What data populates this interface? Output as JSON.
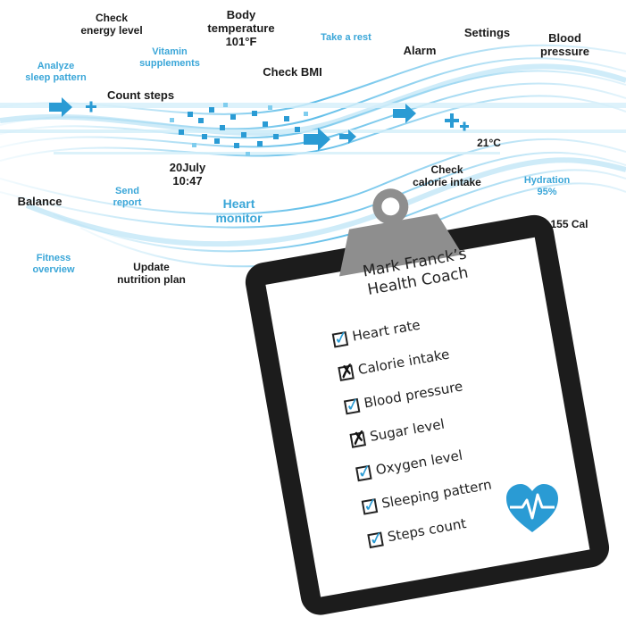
{
  "floating_labels": [
    {
      "text": "Check\nenergy level",
      "style": "dark"
    },
    {
      "text": "Body\ntemperature\n101°F",
      "style": "dark-lg"
    },
    {
      "text": "Take a rest",
      "style": "blue"
    },
    {
      "text": "Settings",
      "style": "dark-lg"
    },
    {
      "text": "Blood\npressure",
      "style": "dark-lg"
    },
    {
      "text": "Analyze\nsleep pattern",
      "style": "blue"
    },
    {
      "text": "Vitamin\nsupplements",
      "style": "blue"
    },
    {
      "text": "Alarm",
      "style": "dark-lg"
    },
    {
      "text": "Check BMI",
      "style": "dark-lg"
    },
    {
      "text": "Count steps",
      "style": "dark-lg"
    },
    {
      "text": "21°C",
      "style": "dark"
    },
    {
      "text": "20July\n10:47",
      "style": "dark-lg"
    },
    {
      "text": "Check\ncalorie intake",
      "style": "dark"
    },
    {
      "text": "Hydration\n95%",
      "style": "blue"
    },
    {
      "text": "Send\nreport",
      "style": "blue"
    },
    {
      "text": "Balance",
      "style": "dark-lg"
    },
    {
      "text": "Heart\nmonitor",
      "style": "blue-lg"
    },
    {
      "text": "155 Cal",
      "style": "dark"
    },
    {
      "text": "Fitness\noverview",
      "style": "blue"
    },
    {
      "text": "Update\nnutrition plan",
      "style": "dark"
    }
  ],
  "clipboard": {
    "title": "Mark Franck’s\nHealth Coach",
    "items": [
      {
        "label": "Heart rate",
        "state": "checked"
      },
      {
        "label": "Calorie intake",
        "state": "crossed"
      },
      {
        "label": "Blood pressure",
        "state": "checked"
      },
      {
        "label": "Sugar level",
        "state": "crossed"
      },
      {
        "label": "Oxygen level",
        "state": "checked"
      },
      {
        "label": "Sleeping pattern",
        "state": "checked"
      },
      {
        "label": "Steps count",
        "state": "checked"
      }
    ],
    "icon": "heart-pulse-icon"
  },
  "colors": {
    "accent_blue": "#2a9bd4",
    "light_blue": "#3aa6d8",
    "board": "#1c1c1c",
    "clip": "#8e8e8e"
  }
}
